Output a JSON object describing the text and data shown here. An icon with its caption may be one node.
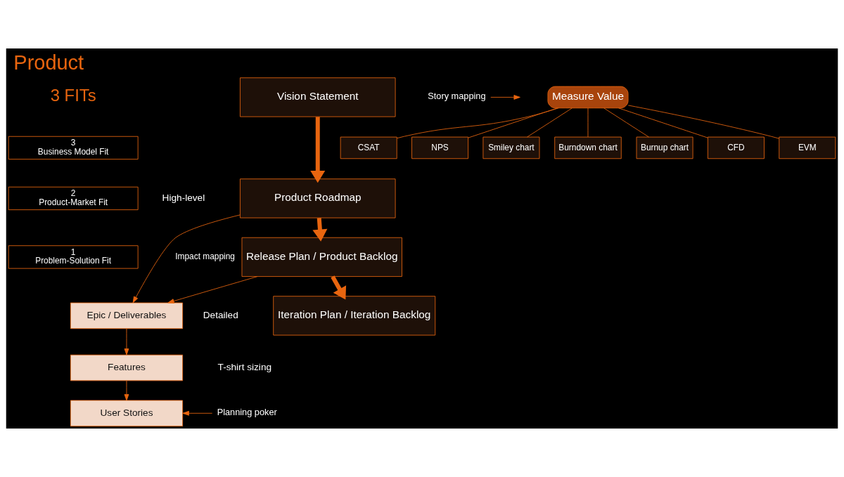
{
  "diagram": {
    "title": "Product",
    "nodes": [
      {
        "text": [
          "Vision Statement"
        ]
      },
      {
        "text": [
          "Product Roadmap"
        ]
      },
      {
        "text": [
          "Release Plan / Product Backlog"
        ]
      },
      {
        "text": [
          "Iteration Plan / Iteration Backlog"
        ]
      },
      {
        "text": [
          "Epic / Deliverables"
        ]
      },
      {
        "text": [
          "Features"
        ]
      },
      {
        "text": [
          "User Stories"
        ]
      },
      {
        "text": [
          "Story mapping"
        ]
      },
      {
        "text": [
          "Planning poker"
        ]
      },
      {
        "text": [
          "Measure Value"
        ]
      },
      {
        "text": [
          "CSAT"
        ]
      },
      {
        "text": [
          "NPS"
        ]
      },
      {
        "text": [
          "Smiley chart"
        ]
      },
      {
        "text": [
          "Burndown chart"
        ]
      },
      {
        "text": [
          "Burnup chart"
        ]
      },
      {
        "text": [
          "CFD"
        ]
      },
      {
        "text": [
          "EVM"
        ]
      },
      {
        "text": [
          "3",
          "Business Model Fit"
        ]
      },
      {
        "text": [
          "2",
          "Product-Market Fit"
        ]
      },
      {
        "text": [
          "1",
          "Problem-Solution Fit"
        ]
      }
    ],
    "edges": [
      {
        "from": 0,
        "to": 1,
        "arrow": "to",
        "style": "thick"
      },
      {
        "from": 1,
        "to": 2,
        "arrow": "to",
        "style": "thick"
      },
      {
        "from": 2,
        "to": 3,
        "arrow": "to",
        "style": "thick"
      },
      {
        "from": 1,
        "to": 4,
        "arrow": "to",
        "label": "Impact mapping"
      },
      {
        "from": 2,
        "to": 4,
        "arrow": "to"
      },
      {
        "from": 4,
        "to": 5,
        "arrow": "to"
      },
      {
        "from": 5,
        "to": 6,
        "arrow": "to"
      },
      {
        "from": 7,
        "to": null,
        "arrow": "to"
      },
      {
        "from": 8,
        "to": 6,
        "arrow": "to"
      },
      {
        "from": 9,
        "to": 10,
        "arrow": "none"
      },
      {
        "from": 9,
        "to": 11,
        "arrow": "none"
      },
      {
        "from": 9,
        "to": 12,
        "arrow": "none"
      },
      {
        "from": 9,
        "to": 13,
        "arrow": "none"
      },
      {
        "from": 9,
        "to": 14,
        "arrow": "none"
      },
      {
        "from": 9,
        "to": 15,
        "arrow": "none"
      },
      {
        "from": 9,
        "to": 16,
        "arrow": "none"
      }
    ],
    "labels": [
      "3 FITs",
      "High-level",
      "Detailed",
      "T-shirt sizing"
    ]
  }
}
